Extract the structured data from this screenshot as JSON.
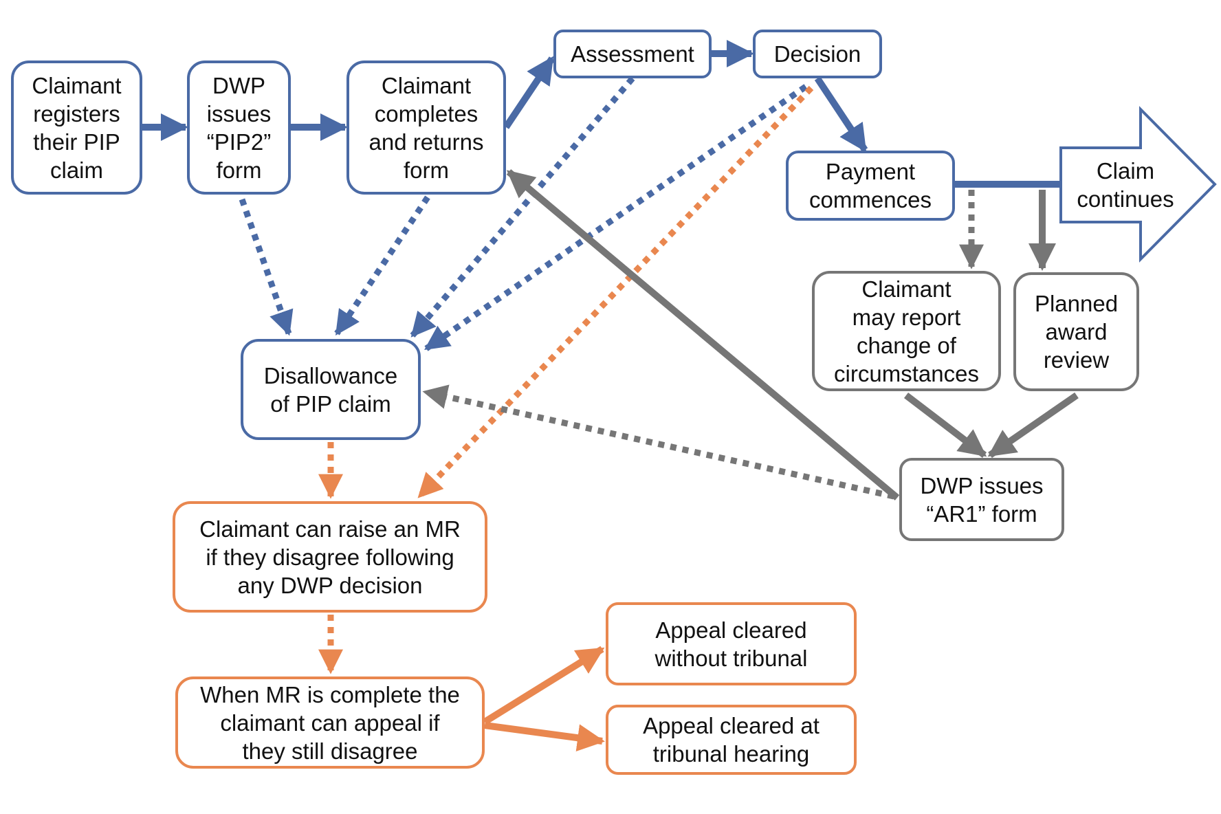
{
  "colors": {
    "blue": "#4a6aa5",
    "grey": "#767676",
    "orange": "#e9874f"
  },
  "nodes": {
    "register": "Claimant\nregisters\ntheir PIP\nclaim",
    "pip2": "DWP\nissues\n“PIP2”\nform",
    "completes": "Claimant\ncompletes\nand returns\nform",
    "assessment": "Assessment",
    "decision": "Decision",
    "payment": "Payment\ncommences",
    "claim_continues": "Claim\ncontinues",
    "change_circ": "Claimant\nmay report\nchange of\ncircumstances",
    "planned_review": "Planned\naward\nreview",
    "ar1": "DWP issues\n“AR1” form",
    "disallowance": "Disallowance\nof PIP claim",
    "mr": "Claimant can raise an MR\nif they disagree following\nany DWP decision",
    "appeal": "When MR is complete the\nclaimant can appeal if\nthey still disagree",
    "cleared_without": "Appeal cleared\nwithout tribunal",
    "cleared_at": "Appeal cleared at\ntribunal hearing"
  },
  "edges": [
    {
      "from": "register",
      "to": "pip2",
      "color": "blue",
      "style": "solid"
    },
    {
      "from": "pip2",
      "to": "completes",
      "color": "blue",
      "style": "solid"
    },
    {
      "from": "completes",
      "to": "assessment",
      "color": "blue",
      "style": "solid"
    },
    {
      "from": "assessment",
      "to": "decision",
      "color": "blue",
      "style": "solid"
    },
    {
      "from": "decision",
      "to": "payment",
      "color": "blue",
      "style": "solid"
    },
    {
      "from": "payment",
      "to": "claim_continues",
      "color": "blue",
      "style": "solid"
    },
    {
      "from": "pip2",
      "to": "disallowance",
      "color": "blue",
      "style": "dotted"
    },
    {
      "from": "completes",
      "to": "disallowance",
      "color": "blue",
      "style": "dotted"
    },
    {
      "from": "assessment",
      "to": "disallowance",
      "color": "blue",
      "style": "dotted"
    },
    {
      "from": "decision",
      "to": "disallowance",
      "color": "blue",
      "style": "dotted"
    },
    {
      "from": "decision",
      "to": "mr",
      "color": "orange",
      "style": "dotted"
    },
    {
      "from": "payment",
      "to": "change_circ",
      "color": "grey",
      "style": "dotted"
    },
    {
      "from": "payment",
      "to": "planned_review",
      "color": "grey",
      "style": "solid"
    },
    {
      "from": "change_circ",
      "to": "ar1",
      "color": "grey",
      "style": "solid"
    },
    {
      "from": "planned_review",
      "to": "ar1",
      "color": "grey",
      "style": "solid"
    },
    {
      "from": "ar1",
      "to": "completes",
      "color": "grey",
      "style": "solid"
    },
    {
      "from": "ar1",
      "to": "disallowance",
      "color": "grey",
      "style": "dotted"
    },
    {
      "from": "disallowance",
      "to": "mr",
      "color": "orange",
      "style": "dotted"
    },
    {
      "from": "mr",
      "to": "appeal",
      "color": "orange",
      "style": "dotted"
    },
    {
      "from": "appeal",
      "to": "cleared_without",
      "color": "orange",
      "style": "solid"
    },
    {
      "from": "appeal",
      "to": "cleared_at",
      "color": "orange",
      "style": "solid"
    }
  ]
}
